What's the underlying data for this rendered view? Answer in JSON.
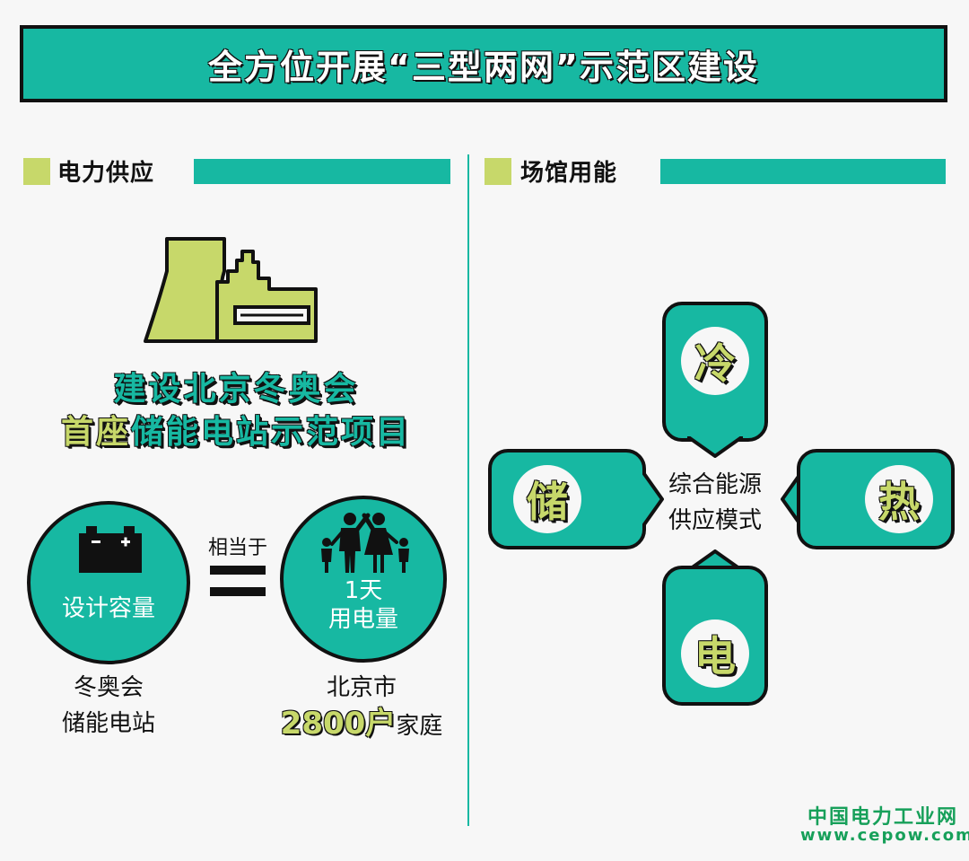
{
  "title": "全方位开展“三型两网”示范区建设",
  "left_section": {
    "title": "电力供应",
    "headline_line1": "建设北京冬奥会",
    "headline_line2_part1": "首座",
    "headline_line2_part2": "储能电站示范项目",
    "left_circle_label": "设计容量",
    "equivalent_label": "相当于",
    "right_circle_line1": "1天",
    "right_circle_line2": "用电量",
    "left_caption_line1": "冬奥会",
    "left_caption_line2": "储能电站",
    "right_caption_line1": "北京市",
    "households_number": "2800户",
    "households_suffix": "家庭"
  },
  "right_section": {
    "title": "场馆用能",
    "center_line1": "综合能源",
    "center_line2": "供应模式",
    "top": "冷",
    "right": "热",
    "bottom": "电",
    "left": "储"
  },
  "watermark": {
    "line1": "中国电力工业网",
    "line2": "www.cepow.com"
  },
  "colors": {
    "teal": "#17b8a2",
    "lime": "#c7d86a",
    "outline": "#111111"
  },
  "icons": [
    "power-plant-icon",
    "battery-icon",
    "family-icon"
  ]
}
